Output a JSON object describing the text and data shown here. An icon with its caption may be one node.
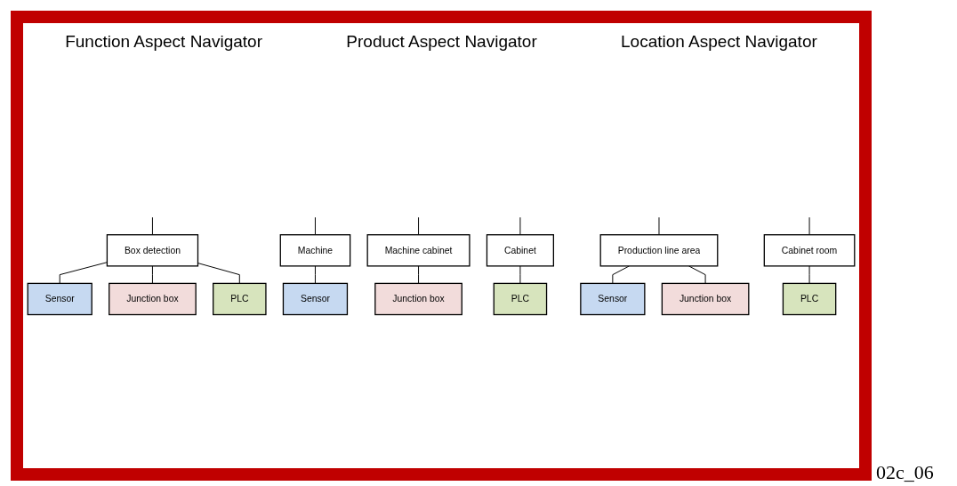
{
  "diagram": {
    "nodes": [
      {
        "text": [
          "Box detection"
        ]
      },
      {
        "text": [
          "Sensor"
        ]
      },
      {
        "text": [
          "Junction box"
        ]
      },
      {
        "text": [
          "PLC"
        ]
      },
      {
        "text": [
          "Machine"
        ]
      },
      {
        "text": [
          "Sensor"
        ]
      },
      {
        "text": [
          "Machine cabinet"
        ]
      },
      {
        "text": [
          "Junction box"
        ]
      },
      {
        "text": [
          "Cabinet"
        ]
      },
      {
        "text": [
          "PLC"
        ]
      },
      {
        "text": [
          "Production line area"
        ]
      },
      {
        "text": [
          "Sensor"
        ]
      },
      {
        "text": [
          "Junction box"
        ]
      },
      {
        "text": [
          "Cabinet room"
        ]
      },
      {
        "text": [
          "PLC"
        ]
      }
    ],
    "edges": [
      {
        "from": null,
        "to": 0,
        "arrow": "none"
      },
      {
        "from": 0,
        "to": 1,
        "arrow": "none"
      },
      {
        "from": 0,
        "to": 2,
        "arrow": "none"
      },
      {
        "from": 0,
        "to": 3,
        "arrow": "none"
      },
      {
        "from": null,
        "to": 4,
        "arrow": "none"
      },
      {
        "from": 4,
        "to": 5,
        "arrow": "none"
      },
      {
        "from": null,
        "to": 6,
        "arrow": "none"
      },
      {
        "from": 6,
        "to": 7,
        "arrow": "none"
      },
      {
        "from": null,
        "to": 8,
        "arrow": "none"
      },
      {
        "from": 8,
        "to": 9,
        "arrow": "none"
      },
      {
        "from": null,
        "to": 10,
        "arrow": "none"
      },
      {
        "from": 10,
        "to": 11,
        "arrow": "none"
      },
      {
        "from": 10,
        "to": 12,
        "arrow": "none"
      },
      {
        "from": null,
        "to": 13,
        "arrow": "none"
      },
      {
        "from": 13,
        "to": 14,
        "arrow": "none"
      }
    ],
    "labels": [
      "Function Aspect Navigator",
      "Product Aspect Navigator",
      "Location Aspect Navigator",
      "02c_06"
    ]
  }
}
